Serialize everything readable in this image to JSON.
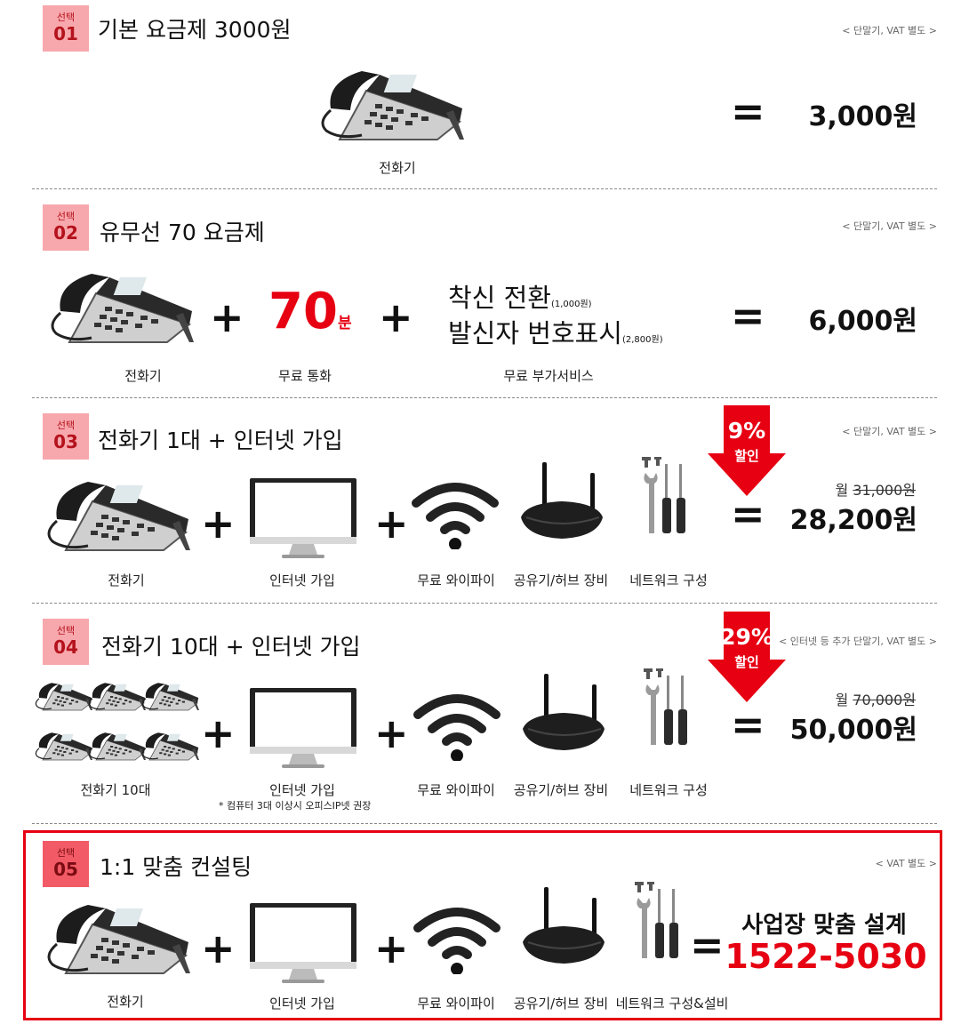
{
  "colors": {
    "accent": "#e60012",
    "badge": "#f7a8ad",
    "badge_dark": "#f25b66",
    "box": "#e60012"
  },
  "sections": [
    {
      "badge_top": "선택",
      "badge_num": "01",
      "title": "기본 요금제 3000원",
      "note": "< 단말기, VAT 별도 >",
      "labels": {
        "phone": "전화기"
      },
      "eq": "=",
      "price": "3,000원"
    },
    {
      "badge_top": "선택",
      "badge_num": "02",
      "title": "유무선 70 요금제",
      "note": "< 단말기, VAT 별도 >",
      "labels": {
        "phone": "전화기",
        "free_call": "무료 통화",
        "extra": "무료 부가서비스"
      },
      "minutes": "70",
      "minutes_unit": "분",
      "service1": "착신 전환",
      "service1_price": "(1,000원)",
      "service2": "발신자 번호표시",
      "service2_price": "(2,800원)",
      "plus": "+",
      "eq": "=",
      "price": "6,000원"
    },
    {
      "badge_top": "선택",
      "badge_num": "03",
      "title": "전화기 1대 + 인터넷 가입",
      "note": "< 단말기, VAT 별도 >",
      "labels": {
        "phone": "전화기",
        "internet": "인터넷 가입",
        "wifi": "무료 와이파이",
        "router": "공유기/허브 장비",
        "network": "네트워크 구성"
      },
      "discount_pct": "9%",
      "discount_label": "할인",
      "orig_prefix": "월 ",
      "orig_price": "31,000원",
      "plus": "+",
      "eq": "=",
      "price": "28,200원"
    },
    {
      "badge_top": "선택",
      "badge_num": "04",
      "title": "전화기 10대 + 인터넷 가입",
      "note": "< 인터넷 등 추가 단말기, VAT 별도 >",
      "labels": {
        "phone": "전화기 10대",
        "internet": "인터넷 가입",
        "internet_note": "* 컴퓨터 3대 이상시 오피스IP넷 권장",
        "wifi": "무료 와이파이",
        "router": "공유기/허브 장비",
        "network": "네트워크 구성"
      },
      "discount_pct": "29%",
      "discount_label": "할인",
      "orig_prefix": "월 ",
      "orig_price": "70,000원",
      "plus": "+",
      "eq": "=",
      "price": "50,000원"
    },
    {
      "badge_top": "선택",
      "badge_num": "05",
      "title": "1:1 맞춤 컨설팅",
      "note": "<  VAT 별도 >",
      "labels": {
        "phone": "전화기",
        "internet": "인터넷 가입",
        "wifi": "무료 와이파이",
        "router": "공유기/허브 장비",
        "network": "네트워크 구성&설비"
      },
      "plus": "+",
      "eq": "=",
      "headline": "사업장 맞춤 설계",
      "phone_number": "1522-5030"
    }
  ]
}
